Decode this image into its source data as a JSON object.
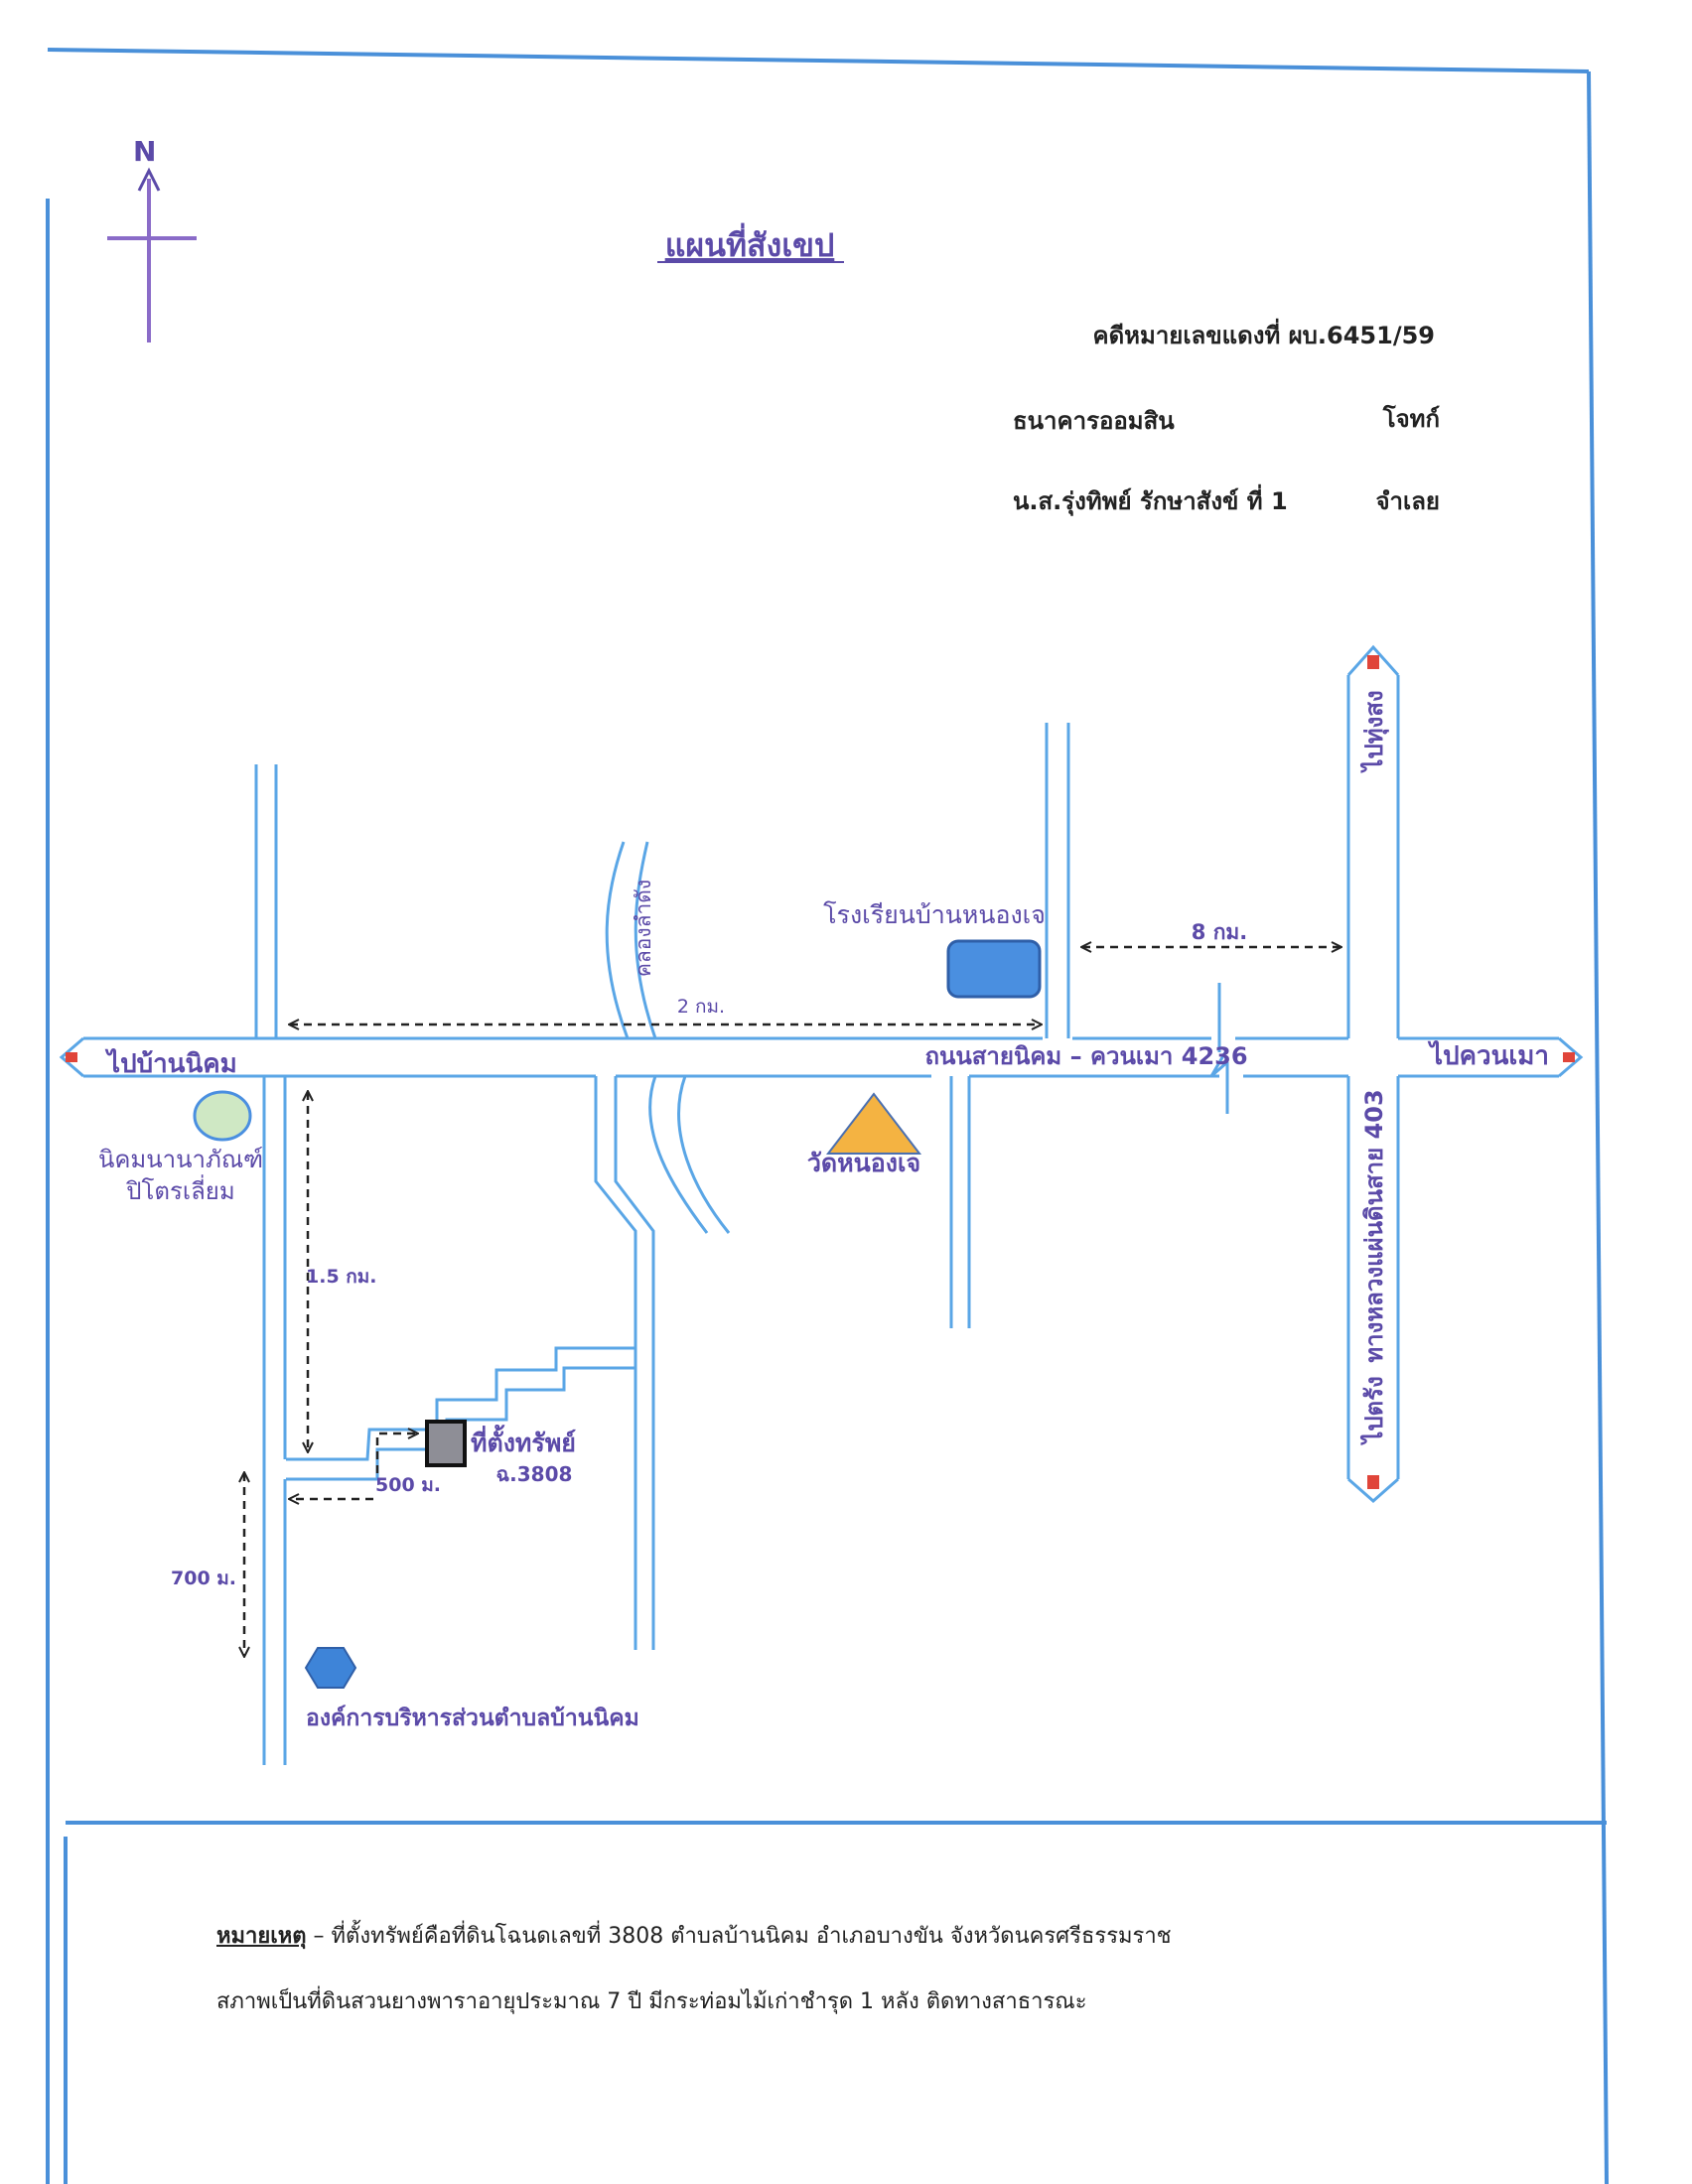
{
  "title": "แผนที่สังเขป",
  "case": {
    "number_line": "คดีหมายเลขแดงที่ ผบ.6451/59",
    "plaintiff_name": "ธนาคารออมสิน",
    "plaintiff_role": "โจทก์",
    "defendant_name": "น.ส.รุ่งทิพย์ รักษาสังข์ ที่ 1",
    "defendant_role": "จำเลย"
  },
  "compass": {
    "label": "N"
  },
  "roads": {
    "main_road": "ถนนสายนิคม – ควนเมา 4236",
    "highway": "ทางหลวงแผ่นดินสาย 403",
    "canal": "คลองลำดัง"
  },
  "directions": {
    "west": "ไปบ้านนิคม",
    "east": "ไปควนเมา",
    "north": "ไปทุ่งสง",
    "south": "ไปตรัง"
  },
  "distances": {
    "east_to_highway": "8 กม.",
    "main_road_segment": "2 กม.",
    "south_along_road": "1.5 กม.",
    "to_property": "500 ม.",
    "to_tambon_office": "700 ม."
  },
  "landmarks": {
    "school": "โรงเรียนบ้านหนองเจ",
    "temple": "วัดหนองเจ",
    "gas_station_line1": "นิคมนานาภัณฑ์",
    "gas_station_line2": "ปิโตรเลี่ยม",
    "property_label": "ที่ตั้งทรัพย์",
    "property_deed": "ฉ.3808",
    "tambon_office": "องค์การบริหารส่วนตำบลบ้านนิคม"
  },
  "remarks": {
    "label": "หมายเหตุ",
    "line1": " – ที่ตั้งทรัพย์คือที่ดินโฉนดเลขที่ 3808 ตำบลบ้านนิคม อำเภอบางขัน จังหวัดนครศรีธรรมราช",
    "line2": "สภาพเป็นที่ดินสวนยางพาราอายุประมาณ 7 ปี มีกระท่อมไม้เก่าชำรุด 1 หลัง ติดทางสาธารณะ"
  },
  "colors": {
    "frame": "#4a90d9",
    "road": "#5aa6e6",
    "text_purple": "#5b4aa8",
    "school_fill": "#4a8fe0",
    "temple_fill": "#f4b342",
    "gas_fill": "#cfe8c4",
    "office_fill": "#3e84d8",
    "property_fill": "#8e8e96",
    "arrow_red": "#e0453a"
  }
}
